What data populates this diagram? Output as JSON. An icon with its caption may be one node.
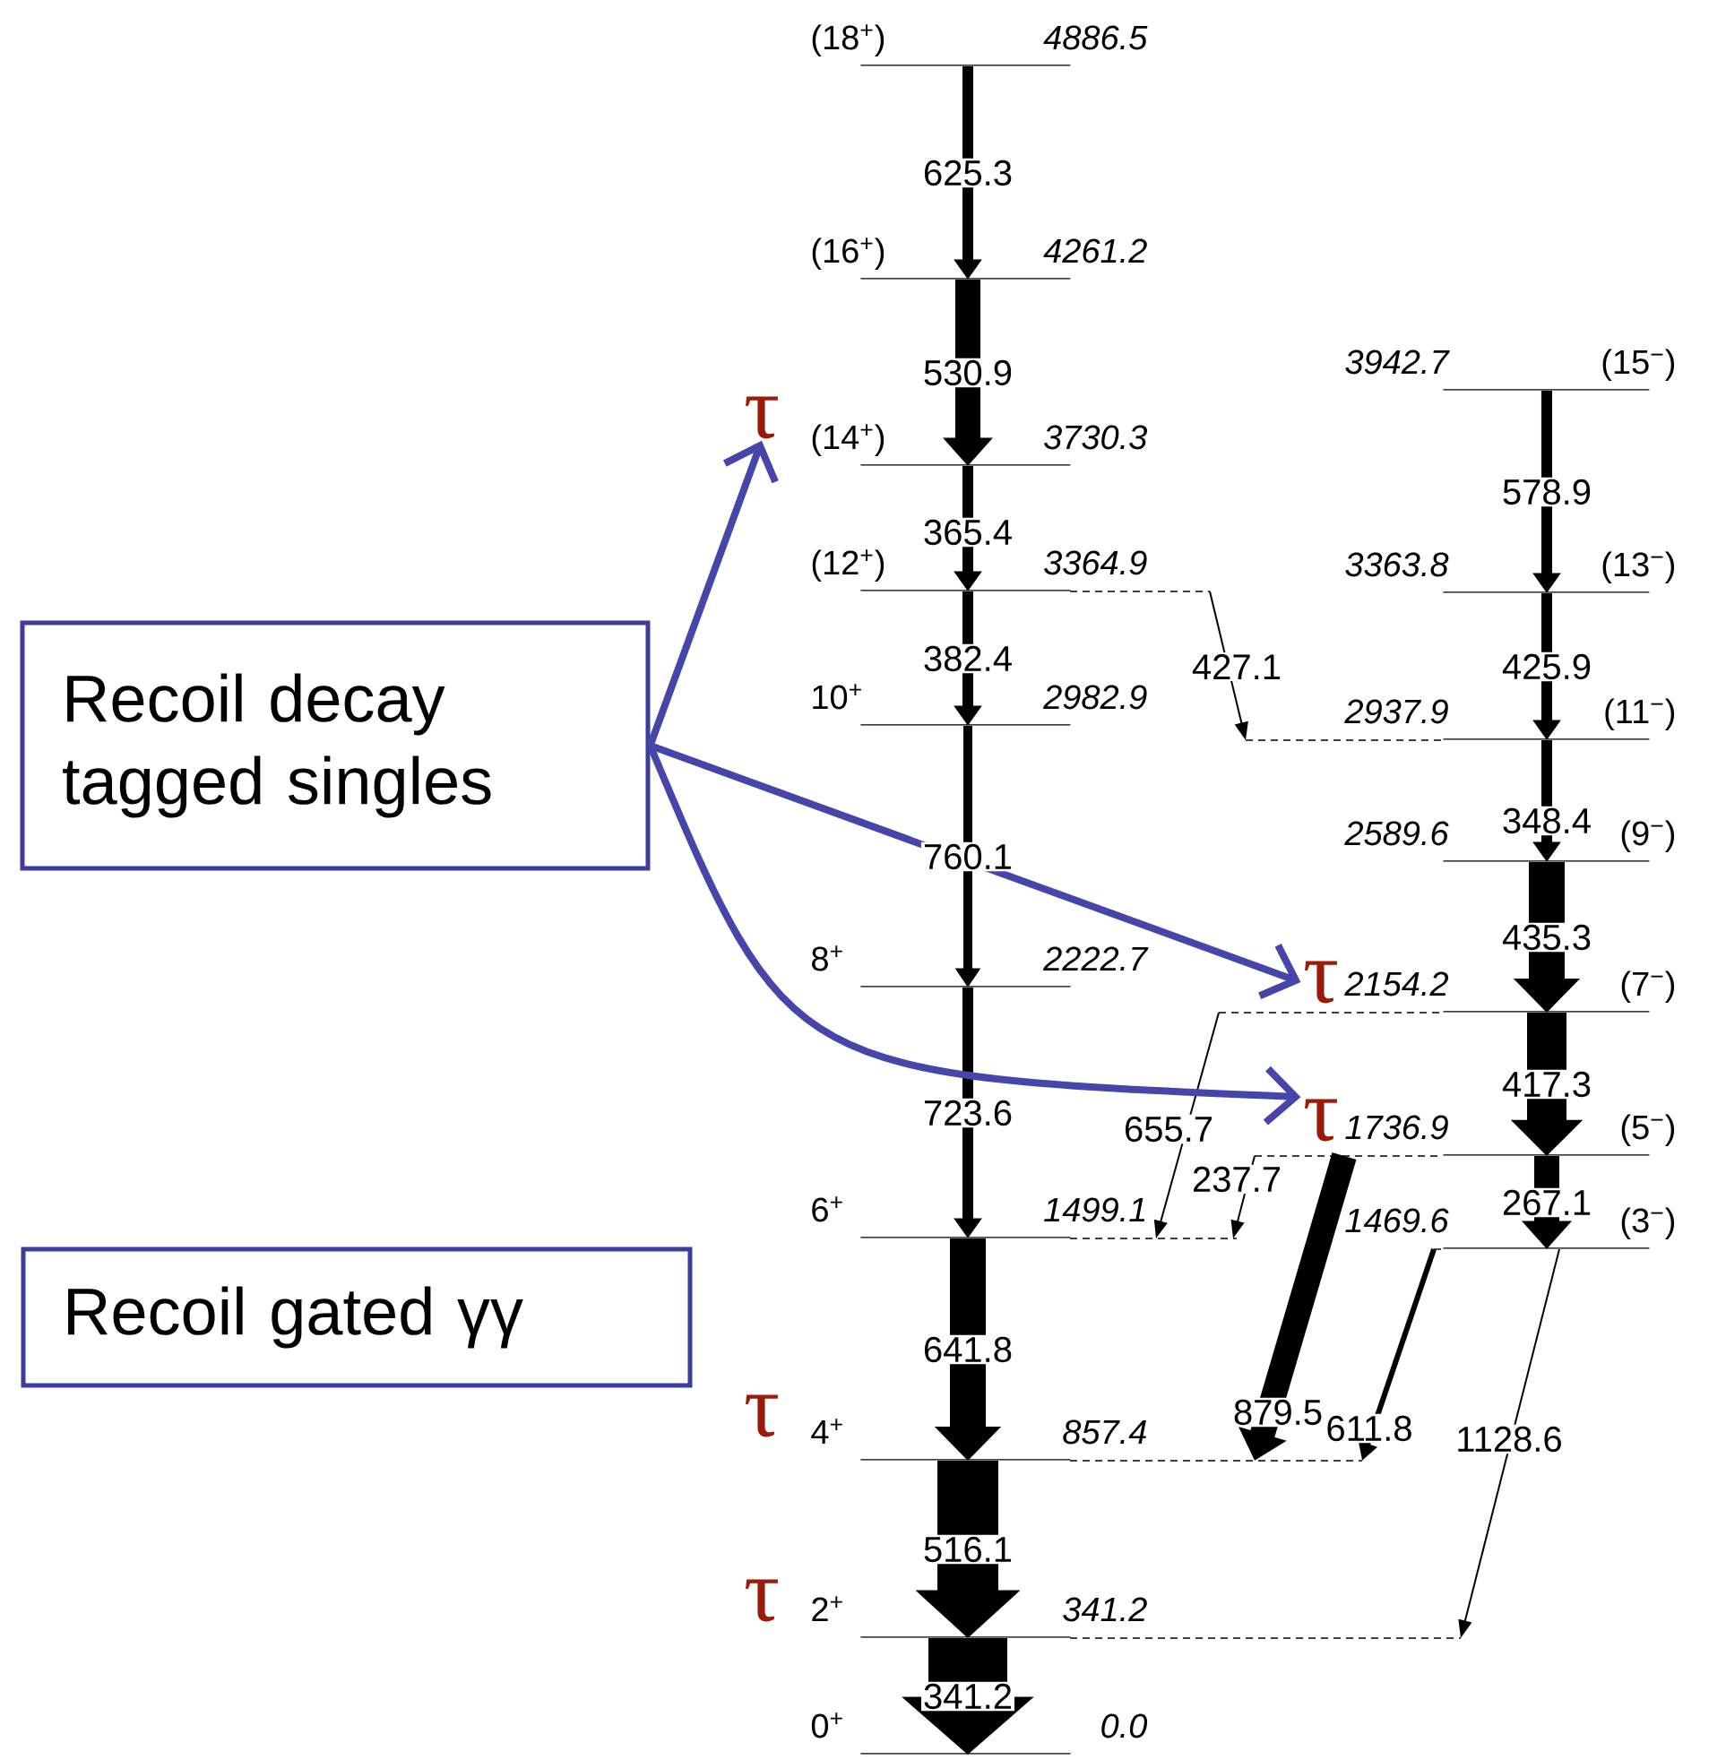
{
  "diagram": {
    "nodes": [
      {
        "text": [
          "(18$^{+}$)",
          "4886.5"
        ]
      },
      {
        "text": [
          "(16$^{+}$)",
          "4261.2"
        ]
      },
      {
        "text": [
          "(14$^{+}$)",
          "3730.3"
        ]
      },
      {
        "text": [
          "(12$^{+}$)",
          "3364.9"
        ]
      },
      {
        "text": [
          "10$^{+}$",
          "2982.9"
        ]
      },
      {
        "text": [
          "8$^{+}$",
          "2222.7"
        ]
      },
      {
        "text": [
          "6$^{+}$",
          "1499.1"
        ]
      },
      {
        "text": [
          "4$^{+}$",
          "857.4"
        ]
      },
      {
        "text": [
          "2$^{+}$",
          "341.2"
        ]
      },
      {
        "text": [
          "0$^{+}$",
          "0.0"
        ]
      },
      {
        "text": [
          "3942.7",
          "(15$^{−}$)"
        ]
      },
      {
        "text": [
          "3363.8",
          "(13$^{−}$)"
        ]
      },
      {
        "text": [
          "2937.9",
          "(11$^{−}$)"
        ]
      },
      {
        "text": [
          "2589.6",
          "(9$^{−}$)"
        ]
      },
      {
        "text": [
          "2154.2",
          "(7$^{−}$)"
        ]
      },
      {
        "text": [
          "1736.9",
          "(5$^{−}$)"
        ]
      },
      {
        "text": [
          "1469.6",
          "(3$^{−}$)"
        ]
      },
      {
        "text": [
          "τ"
        ]
      },
      {
        "text": [
          "τ"
        ]
      },
      {
        "text": [
          "τ"
        ]
      },
      {
        "text": [
          "τ"
        ]
      },
      {
        "text": [
          "τ"
        ]
      },
      {
        "text": [
          "Recoil decay tagged singles"
        ]
      },
      {
        "text": [
          "Recoil gated γγ"
        ]
      }
    ],
    "edges": [
      {
        "from": 0,
        "to": 1,
        "arrow": "to",
        "label": "625.3"
      },
      {
        "from": 1,
        "to": 2,
        "arrow": "to",
        "label": "530.9",
        "style": "thick"
      },
      {
        "from": 2,
        "to": 3,
        "arrow": "to",
        "label": "365.4"
      },
      {
        "from": 3,
        "to": 4,
        "arrow": "to",
        "label": "382.4"
      },
      {
        "from": 4,
        "to": 5,
        "arrow": "to",
        "label": "760.1"
      },
      {
        "from": 5,
        "to": 6,
        "arrow": "to",
        "label": "723.6"
      },
      {
        "from": 6,
        "to": 7,
        "arrow": "to",
        "label": "641.8",
        "style": "thick"
      },
      {
        "from": 7,
        "to": 8,
        "arrow": "to",
        "label": "516.1",
        "style": "thick"
      },
      {
        "from": 8,
        "to": 9,
        "arrow": "to",
        "label": "341.2",
        "style": "thick"
      },
      {
        "from": 10,
        "to": 11,
        "arrow": "to",
        "label": "578.9"
      },
      {
        "from": 11,
        "to": 12,
        "arrow": "to",
        "label": "425.9"
      },
      {
        "from": 12,
        "to": 13,
        "arrow": "to",
        "label": "348.4"
      },
      {
        "from": 13,
        "to": 14,
        "arrow": "to",
        "label": "435.3",
        "style": "thick"
      },
      {
        "from": 14,
        "to": 15,
        "arrow": "to",
        "label": "417.3",
        "style": "thick"
      },
      {
        "from": 15,
        "to": 16,
        "arrow": "to",
        "label": "267.1",
        "style": "thick"
      },
      {
        "from": 3,
        "to": 12,
        "arrow": "to",
        "label": "427.1"
      },
      {
        "from": 14,
        "to": 6,
        "arrow": "to",
        "label": "655.7"
      },
      {
        "from": 15,
        "to": 6,
        "arrow": "to",
        "label": "237.7"
      },
      {
        "from": 15,
        "to": 7,
        "arrow": "to",
        "label": "879.5",
        "style": "thick"
      },
      {
        "from": 16,
        "to": 7,
        "arrow": "to",
        "label": "611.8"
      },
      {
        "from": 16,
        "to": 8,
        "arrow": "to",
        "label": "1128.6"
      },
      {
        "from": 22,
        "to": 17,
        "arrow": "to",
        "color": "#4646aa"
      },
      {
        "from": 22,
        "to": 18,
        "arrow": "to",
        "color": "#4646aa"
      },
      {
        "from": 22,
        "to": 19,
        "arrow": "to",
        "color": "#4646aa"
      }
    ]
  }
}
